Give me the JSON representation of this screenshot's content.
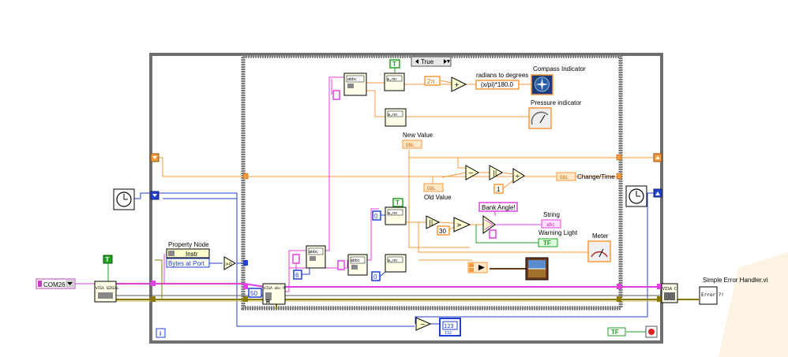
{
  "diagram": {
    "case_selector": "True",
    "labels": {
      "property_node": "Property Node",
      "instr": "Instr",
      "bytes_at_port": "Bytes at Port",
      "com_port": "COM26",
      "radians_to_degrees": "radians to degrees",
      "expression": "(x/pi)*180.0",
      "compass_indicator": "Compass Indicator",
      "pressure_indicator": "Pressure indicator",
      "new_value": "New Value",
      "old_value": "Old Value",
      "change_time": "Change/Time",
      "bank_angle": "Bank Angle!",
      "string": "String",
      "warning_light": "Warning Light",
      "meter": "Meter",
      "simple_error_handler": "Simple Error Handler.vi"
    },
    "constants": {
      "two_pi": "2π",
      "const_one": "1",
      "const_thirty": "30",
      "const_six": "6",
      "const_fifty": "50",
      "const_zero_a": "0",
      "const_zero_b": "0",
      "indicator_123": "123",
      "true_const_a": "T",
      "true_const_b": "T",
      "true_const_c": "T"
    },
    "terminal_types": {
      "dbl": "DBL",
      "abc": "abc",
      "tf": "TF",
      "i32": "I32"
    },
    "nodes": {
      "visa_serial": "VISA SERIAL",
      "visa_read": "VISA abc R",
      "visa_close": "VISA C",
      "error_vi": "Error ?!",
      "loop_info": "i"
    },
    "colors": {
      "orange_wire": "#F79A3C",
      "pink_wire": "#E040E0",
      "blue_wire": "#2040D0",
      "green_wire": "#20A020",
      "error_wire": "#8A7A00",
      "frame": "#6E6E6E"
    }
  }
}
